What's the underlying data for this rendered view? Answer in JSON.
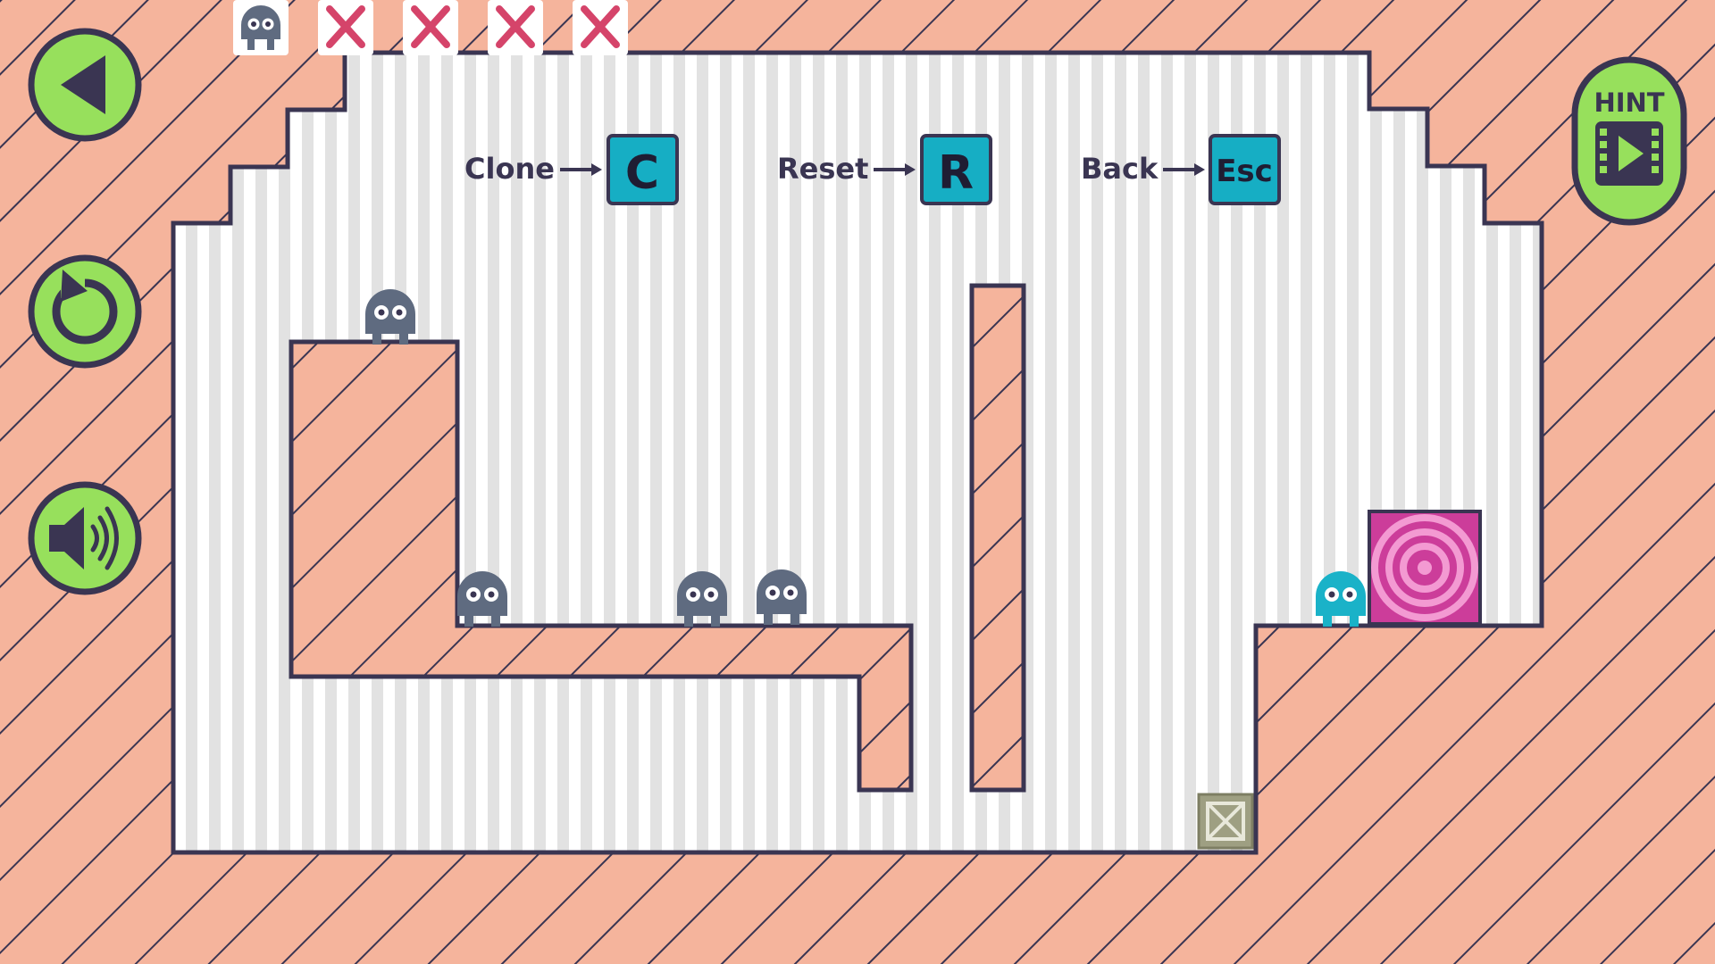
{
  "colors": {
    "wall": "#f5b49c",
    "hatch": "#3a3552",
    "outline": "#3a3552",
    "bg_light": "#ffffff",
    "bg_stripe": "#e2e2e2",
    "button_green": "#97e05c",
    "key_teal": "#16aec4",
    "clone_gray": "#5f6b80",
    "player_teal": "#1ab2c8",
    "portal_magenta": "#cc3d9a",
    "portal_pink": "#f39ad2",
    "x_red": "#d5446a",
    "crate": "#9e9f82"
  },
  "toolbar": {
    "back_icon": "back-arrow-icon",
    "restart_icon": "restart-icon",
    "sound_icon": "speaker-icon",
    "hint": {
      "label": "HINT",
      "icon": "film-play-icon"
    }
  },
  "controls": [
    {
      "name": "clone",
      "label": "Clone",
      "key": "C"
    },
    {
      "name": "reset",
      "label": "Reset",
      "key": "R"
    },
    {
      "name": "back",
      "label": "Back",
      "key": "Esc"
    }
  ],
  "clone_slots": {
    "total": 5,
    "available": 1,
    "used_icon": "skull-icon",
    "empty_icon": "x-icon"
  }
}
